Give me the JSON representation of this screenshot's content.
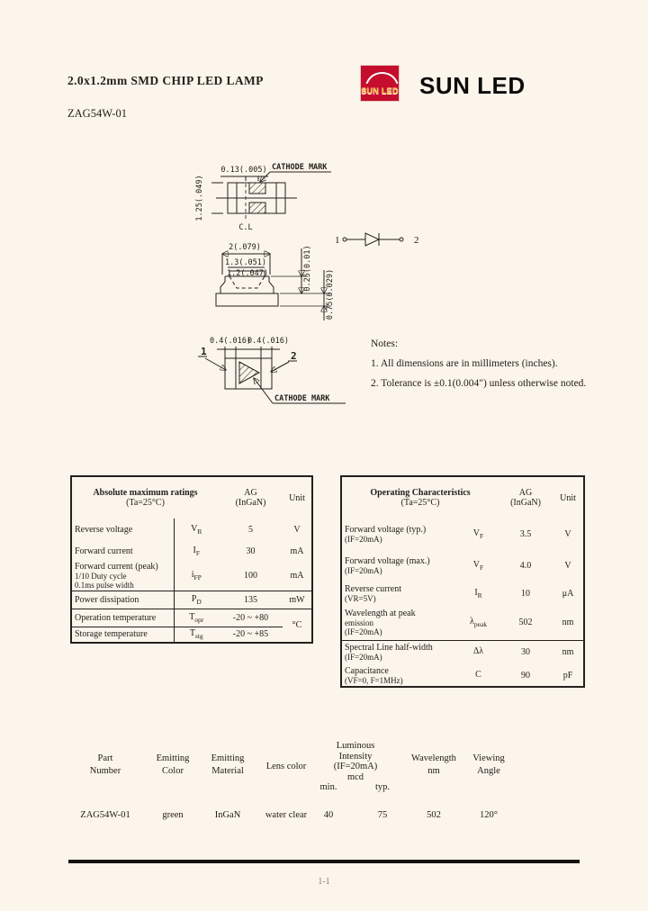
{
  "page": {
    "title": "2.0x1.2mm SMD CHIP LED LAMP",
    "part_number": "ZAG54W-01",
    "page_number": "1-1"
  },
  "logo": {
    "brand": "SUN LED",
    "badge_text": "SUN LED"
  },
  "drawing_top": {
    "dim_top": "0.13(.005)",
    "cathode_label": "CATHODE MARK",
    "dim_left": "1.25(.049)",
    "centerline_label": "C.L"
  },
  "drawing_side": {
    "dim_outer_width": "2(.079)",
    "dim_mid_width": "1.3(.051)",
    "dim_inner_width": "1.2(.047)",
    "dim_upper_height": "0.25(0.01)",
    "dim_lower_height": "0.75(0.029)"
  },
  "circuit": {
    "pin1_label": "1",
    "pin2_label": "2"
  },
  "drawing_bottom": {
    "dim_pad_left": "0.4(.016)",
    "dim_pad_right": "0.4(.016)",
    "pin1_label": "1",
    "pin2_label": "2",
    "cathode_label": "CATHODE MARK"
  },
  "notes": {
    "heading": "Notes:",
    "line1": "1. All dimensions are in millimeters (inches).",
    "line2": "2. Tolerance is ±0.1(0.004\") unless otherwise noted."
  },
  "abs_table": {
    "title": "Absolute maximum ratings",
    "title_cond": "(Ta=25°C)",
    "col_grade": "AG",
    "col_grade_sub": "(InGaN)",
    "col_unit": "Unit",
    "rows": [
      {
        "param": "Reverse voltage",
        "cond1": "",
        "cond2": "",
        "sym": "V",
        "sub": "R",
        "value": "5",
        "unit": "V"
      },
      {
        "param": "Forward current",
        "cond1": "",
        "cond2": "",
        "sym": "I",
        "sub": "F",
        "value": "30",
        "unit": "mA"
      },
      {
        "param": "Forward current (peak)",
        "cond1": "1/10 Duty cycle",
        "cond2": "0.1ms pulse width",
        "sym": "i",
        "sub": "FP",
        "value": "100",
        "unit": "mA"
      },
      {
        "param": "Power dissipation",
        "cond1": "",
        "cond2": "",
        "sym": "P",
        "sub": "D",
        "value": "135",
        "unit": "mW"
      },
      {
        "param": "Operation temperature",
        "cond1": "",
        "cond2": "",
        "sym": "T",
        "sub": "opr",
        "value": "-20 ~ +80",
        "unit": "°C"
      },
      {
        "param": "Storage temperature",
        "cond1": "",
        "cond2": "",
        "sym": "T",
        "sub": "stg",
        "value": "-20 ~ +85",
        "unit": ""
      }
    ]
  },
  "op_table": {
    "title": "Operating Characteristics",
    "title_cond": "(Ta=25°C)",
    "col_grade": "AG",
    "col_grade_sub": "(InGaN)",
    "col_unit": "Unit",
    "rows": [
      {
        "param": "Forward voltage (typ.)",
        "cond1": "(IF=20mA)",
        "cond2": "",
        "sym": "V",
        "sub": "F",
        "value": "3.5",
        "unit": "V"
      },
      {
        "param": "Forward voltage (max.)",
        "cond1": "(IF=20mA)",
        "cond2": "",
        "sym": "V",
        "sub": "F",
        "value": "4.0",
        "unit": "V"
      },
      {
        "param": "Reverse current",
        "cond1": "(VR=5V)",
        "cond2": "",
        "sym": "I",
        "sub": "R",
        "value": "10",
        "unit": "μA"
      },
      {
        "param": "Wavelength at peak",
        "cond1": "emission",
        "cond2": "(IF=20mA)",
        "sym": "λ",
        "sub": "peak",
        "value": "502",
        "unit": "nm"
      },
      {
        "param": "Spectral Line half-width",
        "cond1": "(IF=20mA)",
        "cond2": "",
        "sym": "Δλ",
        "sub": "",
        "value": "30",
        "unit": "nm"
      },
      {
        "param": "Capacitance",
        "cond1": "(VF=0, F=1MHz)",
        "cond2": "",
        "sym": "C",
        "sub": "",
        "value": "90",
        "unit": "pF"
      }
    ]
  },
  "selection_table": {
    "headers": {
      "part": [
        "Part",
        "Number"
      ],
      "color": [
        "Emitting",
        "Color"
      ],
      "material": [
        "Emitting",
        "Material"
      ],
      "lens": [
        "Lens color"
      ],
      "luminous": [
        "Luminous",
        "Intensity",
        "(IF=20mA)",
        "mcd"
      ],
      "min": "min.",
      "typ": "typ.",
      "wavelength": [
        "Wavelength",
        "nm"
      ],
      "angle": [
        "Viewing",
        "Angle"
      ]
    },
    "row": {
      "part": "ZAG54W-01",
      "color": "green",
      "material": "InGaN",
      "lens": "water clear",
      "iv_min": "40",
      "iv_typ": "75",
      "wavelength": "502",
      "angle": "120°"
    }
  }
}
